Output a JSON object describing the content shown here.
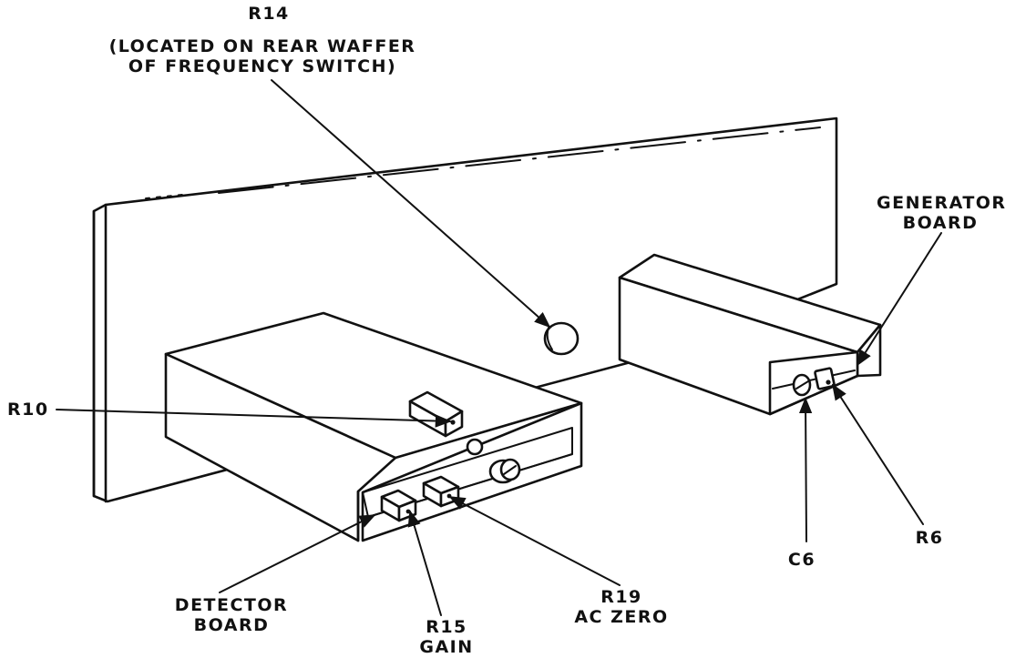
{
  "labels": {
    "r14": {
      "designator": "R14",
      "note_line1": "(LOCATED ON REAR WAFFER",
      "note_line2": "OF FREQUENCY SWITCH)"
    },
    "r10": "R10",
    "generator_board": {
      "line1": "GENERATOR",
      "line2": "BOARD"
    },
    "detector_board": {
      "line1": "DETECTOR",
      "line2": "BOARD"
    },
    "r15": {
      "line1": "R15",
      "line2": "GAIN"
    },
    "r19": {
      "line1": "R19",
      "line2": "AC ZERO"
    },
    "c6": "C6",
    "r6": "R6"
  }
}
